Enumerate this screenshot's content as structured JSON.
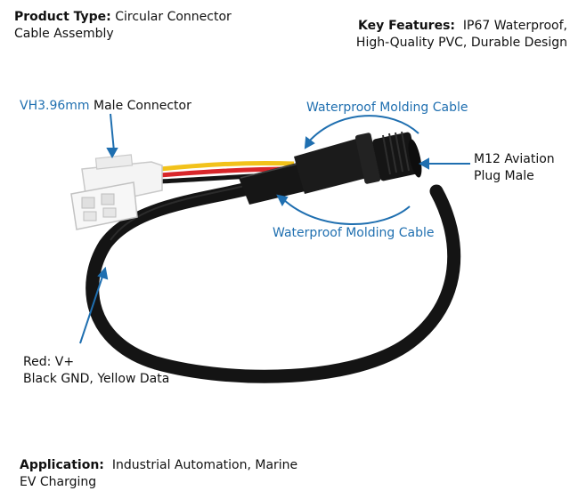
{
  "product_type": {
    "label": "Product Type:",
    "value_line1": "Circular Connector",
    "value_line2": "Cable Assembly"
  },
  "key_features": {
    "label": "Key Features:",
    "value_line1": "IP67 Waterproof,",
    "value_line2": "High-Quality PVC, Durable Design"
  },
  "callouts": {
    "vh_connector_part1": "VH3.96mm",
    "vh_connector_part2": "Male Connector",
    "molding_top": "Waterproof Molding Cable",
    "molding_bottom": "Waterproof Molding Cable",
    "m12_line1": "M12 Aviation",
    "m12_line2": "Plug Male",
    "wires_line1": "Red: V+",
    "wires_line2": "Black GND, Yellow Data"
  },
  "application": {
    "label": "Application:",
    "value_line1": "Industrial Automation, Marine",
    "value_line2": "EV Charging"
  },
  "colors": {
    "accent_blue": "#1f6fb0",
    "cable_black": "#141414",
    "wire_red": "#d8262a",
    "wire_yellow": "#f2c21b"
  }
}
